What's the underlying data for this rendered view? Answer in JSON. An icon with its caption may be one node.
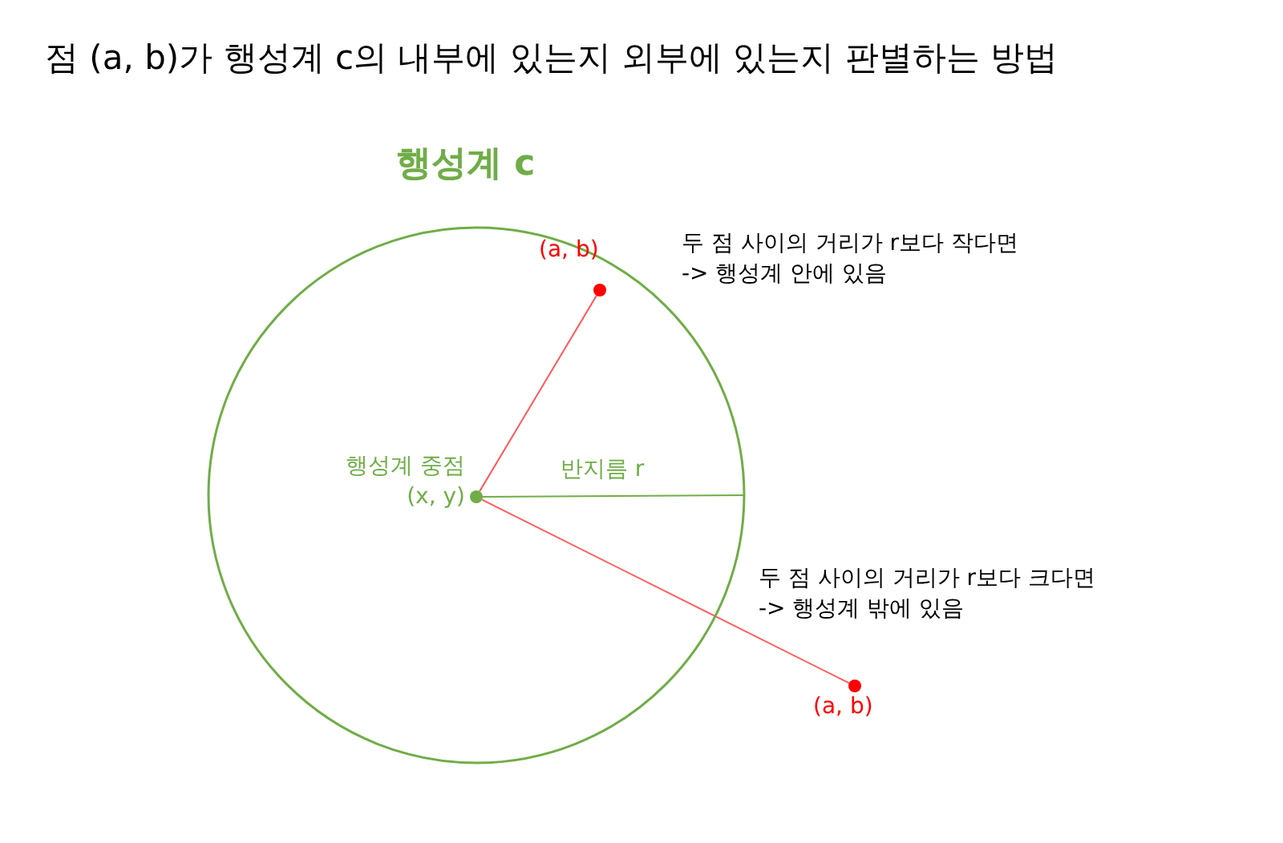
{
  "diagram": {
    "title": "점 (a, b)가 행성계 c의 내부에 있는지 외부에 있는지 판별하는 방법",
    "nodes": [
      {
        "text": [
          "행성계 c"
        ]
      },
      {
        "text": [
          "행성계 중점 (x, y)"
        ],
        "in": 0
      },
      {
        "text": [
          "(a, b)"
        ],
        "in": 0
      },
      {
        "text": [
          "(a, b)"
        ]
      }
    ],
    "edges": [
      {
        "from": 1,
        "to": 0,
        "arrow": "none",
        "label": "반지름 r",
        "color": "#70ad47"
      },
      {
        "from": 1,
        "to": 2,
        "arrow": "none"
      },
      {
        "from": 1,
        "to": 3,
        "arrow": "none"
      }
    ],
    "labels": [
      "두 점 사이의 거리가 r보다 작다면 -> 행성계 안에 있음",
      "두 점 사이의 거리가 r보다 크다면 -> 행성계 밖에 있음"
    ]
  }
}
